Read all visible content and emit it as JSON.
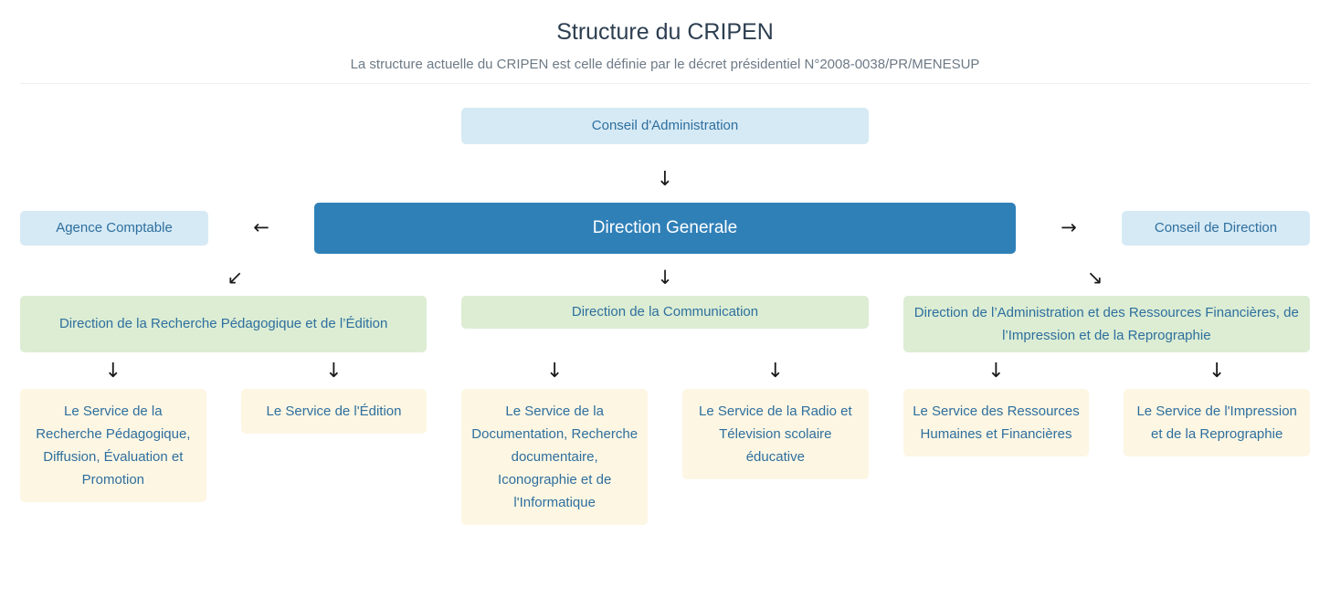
{
  "header": {
    "title": "Structure du CRIPEN",
    "subtitle": "La structure actuelle du CRIPEN est celle définie par le décret présidentiel N°2008-0038/PR/MENESUP"
  },
  "colors": {
    "box_blue_light": "#d6eaf5",
    "box_blue_solid": "#3080b8",
    "box_green": "#dcedd3",
    "box_cream": "#fdf6e3",
    "text_blue": "#2e6f9e",
    "text_white": "#ffffff",
    "title_text": "#2c3e50",
    "subtitle_text": "#6d7a86",
    "divider": "#eceff1",
    "arrow": "#1a1a1a"
  },
  "chart": {
    "board": {
      "label": "Conseil d'Administration"
    },
    "arrow_board_to_dg": {
      "glyph": "↓",
      "name": "arrow-down"
    },
    "general_direction": {
      "label": "Direction Generale"
    },
    "left_entity": {
      "label": "Agence Comptable"
    },
    "right_entity": {
      "label": "Conseil de Direction"
    },
    "arrow_to_left_entity": {
      "glyph": "←",
      "name": "arrow-left"
    },
    "arrow_to_right_entity": {
      "glyph": "→",
      "name": "arrow-right"
    },
    "branch_arrows": [
      {
        "glyph": "↙",
        "name": "arrow-down-left"
      },
      {
        "glyph": "↓",
        "name": "arrow-down"
      },
      {
        "glyph": "↘",
        "name": "arrow-down-right"
      }
    ],
    "directions": [
      {
        "label": "Direction de la Recherche Pédagogique et de l’Édition",
        "services": [
          {
            "label": "Le Service de la Recherche Pédagogique, Diffusion, Évaluation et Promotion",
            "arrow": "↓"
          },
          {
            "label": "Le Service de l'Édition",
            "arrow": "↓"
          }
        ]
      },
      {
        "label": "Direction de la Communication",
        "services": [
          {
            "label": "Le Service de la Documentation, Recherche documentaire, Iconographie et de l'Informatique",
            "arrow": "↓"
          },
          {
            "label": "Le Service de la Radio et Télevision scolaire éducative",
            "arrow": "↓"
          }
        ]
      },
      {
        "label": "Direction de l’Administration et des Ressources Financières, de l’Impression et de la Reprographie",
        "services": [
          {
            "label": "Le Service des Ressources Humaines et Financières",
            "arrow": "↓"
          },
          {
            "label": "Le Service de l'Impression et de la Reprographie",
            "arrow": "↓"
          }
        ]
      }
    ]
  }
}
